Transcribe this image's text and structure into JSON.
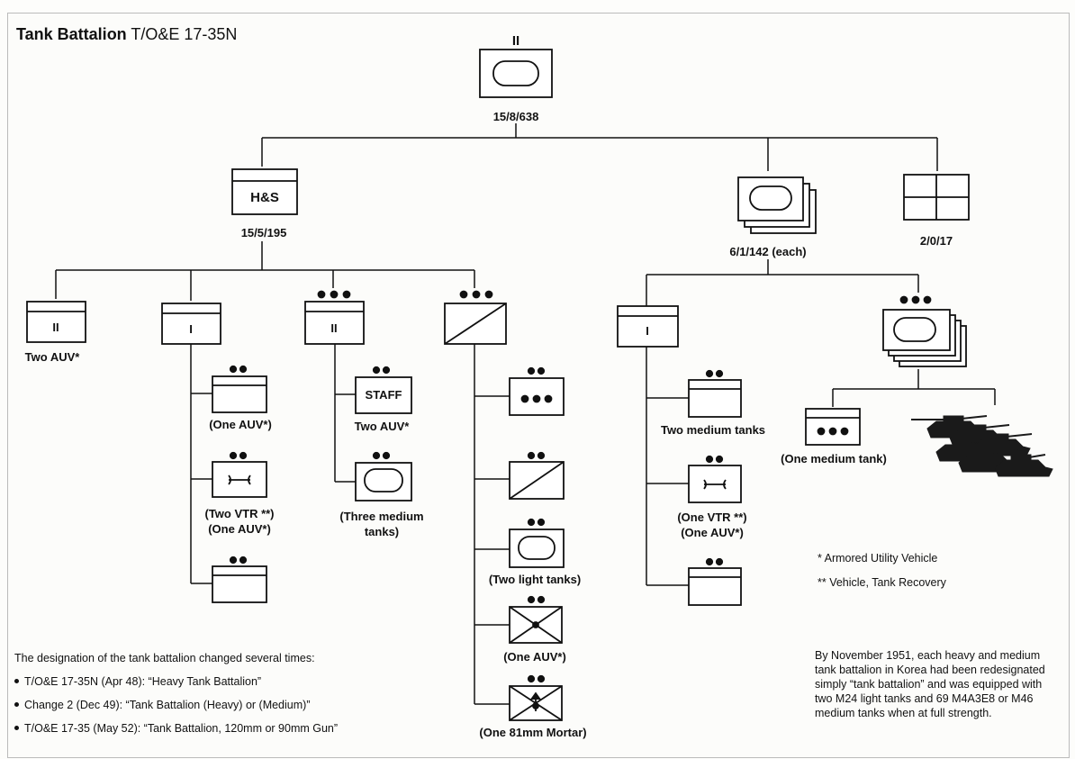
{
  "title": {
    "bold": "Tank Battalion",
    "rest": "T/O&E 17-35N"
  },
  "labels": {
    "bn_strength": "15/8/638",
    "hs_text": "H&S",
    "hs_strength": "15/5/195",
    "co_strength": "6/1/142 (each)",
    "med_strength": "2/0/17",
    "two_auv_1": "Two AUV*",
    "one_auv_1": "(One AUV*)",
    "two_vtr_a": "(Two VTR **)",
    "two_vtr_b": "(One AUV*)",
    "staff": "STAFF",
    "two_auv_2": "Two AUV*",
    "three_med_a": "(Three medium",
    "three_med_b": "tanks)",
    "two_light": "(Two light tanks)",
    "one_auv_2": "(One AUV*)",
    "mortar": "(One 81mm Mortar)",
    "two_medium": "Two medium tanks",
    "one_vtr_a": "(One VTR **)",
    "one_vtr_b": "(One AUV*)",
    "one_medium": "(One medium tank)"
  },
  "footnotes": {
    "auv": "* Armored Utility Vehicle",
    "vtr": "** Vehicle, Tank Recovery"
  },
  "designation": {
    "heading": "The designation of the tank battalion changed several times:",
    "items": [
      "T/O&E 17-35N (Apr 48): “Heavy Tank Battalion”",
      "Change 2 (Dec 49): “Tank Battalion (Heavy) or (Medium)”",
      "T/O&E 17-35 (May 52): “Tank Battalion, 120mm or 90mm Gun”"
    ]
  },
  "paragraph": "By November 1951, each heavy and medium tank battalion in Korea had been redesignated simply “tank battalion” and was equipped with two M24 light tanks and 69 M4A3E8 or M46 medium tanks when at full strength."
}
